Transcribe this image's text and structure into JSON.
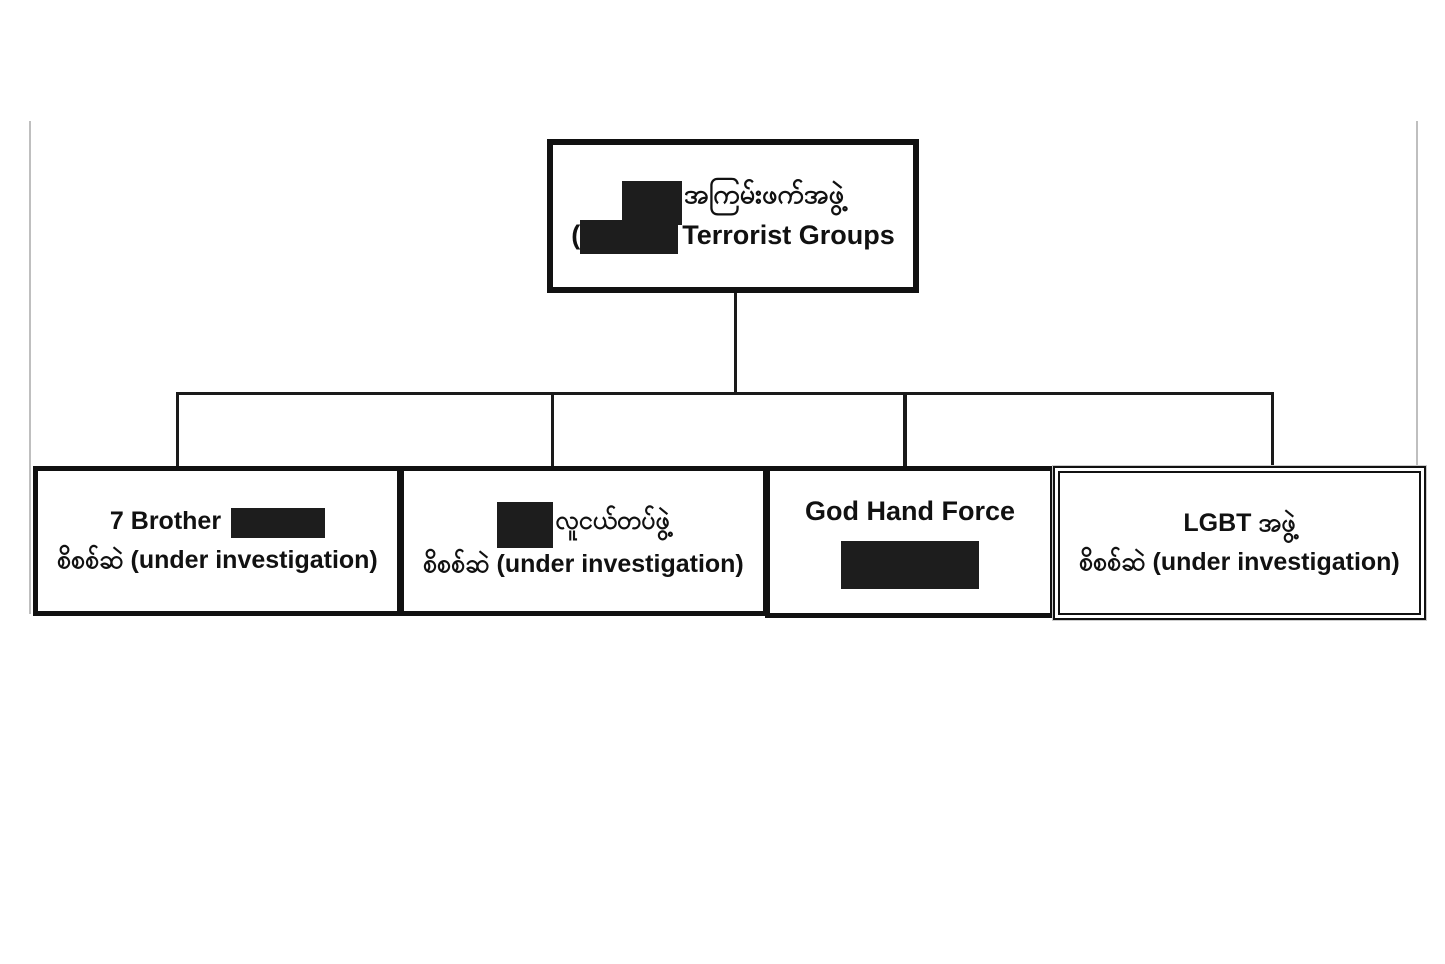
{
  "colors": {
    "background": "#ffffff",
    "box_border": "#111111",
    "connector_line": "#1a1a1a",
    "redaction_block": "#1d1d1d",
    "page_edge_line": "#bfbfbf",
    "text": "#111111"
  },
  "root_box": {
    "line1_redacted": true,
    "line1_text": "အကြမ်းဖက်အဖွဲ့",
    "line2_prefix": "(",
    "line2_redacted": true,
    "line2_text": "Terrorist Groups"
  },
  "children": [
    {
      "id": "seven-brother",
      "line1_text": "7 Brother",
      "line1_redaction_position": "after-text",
      "line2_text": "စိစစ်ဆဲ (under investigation)",
      "border_style": "thick-solid"
    },
    {
      "id": "youth-force",
      "line1_redaction_position": "before-text",
      "line1_text": "လူငယ်တပ်ဖွဲ့",
      "line2_text": "စိစစ်ဆဲ (under investigation)",
      "border_style": "thick-solid"
    },
    {
      "id": "god-hand-force",
      "line1_text": "God Hand Force",
      "line2_redacted_block": true,
      "border_style": "thick-solid"
    },
    {
      "id": "lgbt-group",
      "line1_text": "LGBT အဖွဲ့",
      "line2_text": "စိစစ်ဆဲ (under investigation)",
      "border_style": "thin-double"
    }
  ]
}
